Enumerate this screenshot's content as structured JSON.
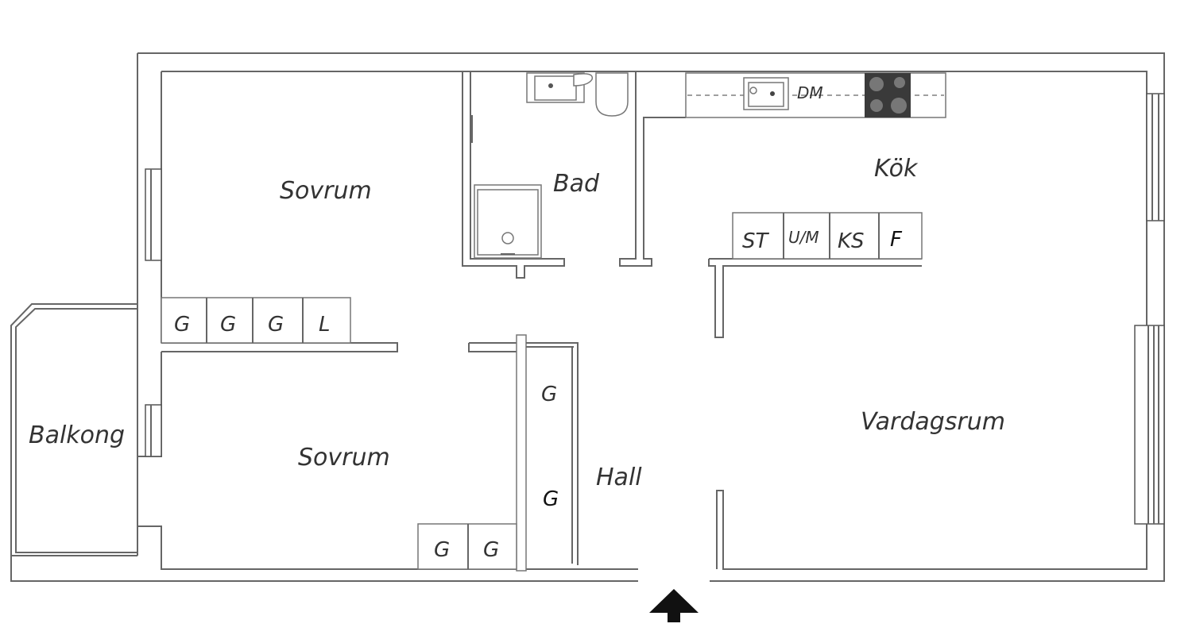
{
  "rooms": {
    "bedroom_1": "Sovrum",
    "bedroom_2": "Sovrum",
    "bathroom": "Bad",
    "kitchen": "Kök",
    "living_room": "Vardagsrum",
    "hall": "Hall",
    "balcony": "Balkong"
  },
  "fixtures": {
    "dishwasher": "DM",
    "wardrobe": "G",
    "linen_closet": "L",
    "storage": "ST",
    "oven_microwave": "U/M",
    "fridge_freezer": "KS",
    "freezer": "F"
  },
  "icons": {
    "entrance": "entrance-arrow-icon"
  }
}
